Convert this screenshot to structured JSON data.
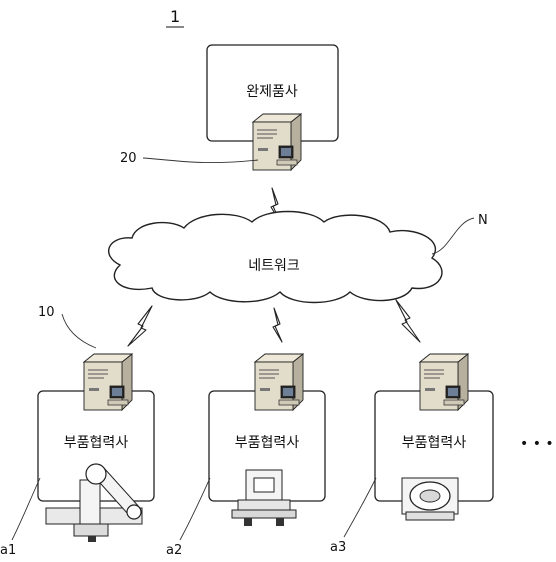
{
  "figure_number": "1",
  "manufacturer": {
    "label": "완제품사",
    "ref": "20"
  },
  "network": {
    "label": "네트워크",
    "ref": "N"
  },
  "partner_ref": "10",
  "partners": [
    {
      "label": "부품협력사",
      "ref": "a1"
    },
    {
      "label": "부품협력사",
      "ref": "a2"
    },
    {
      "label": "부품협력사",
      "ref": "a3"
    }
  ],
  "ellipsis": "• • •"
}
